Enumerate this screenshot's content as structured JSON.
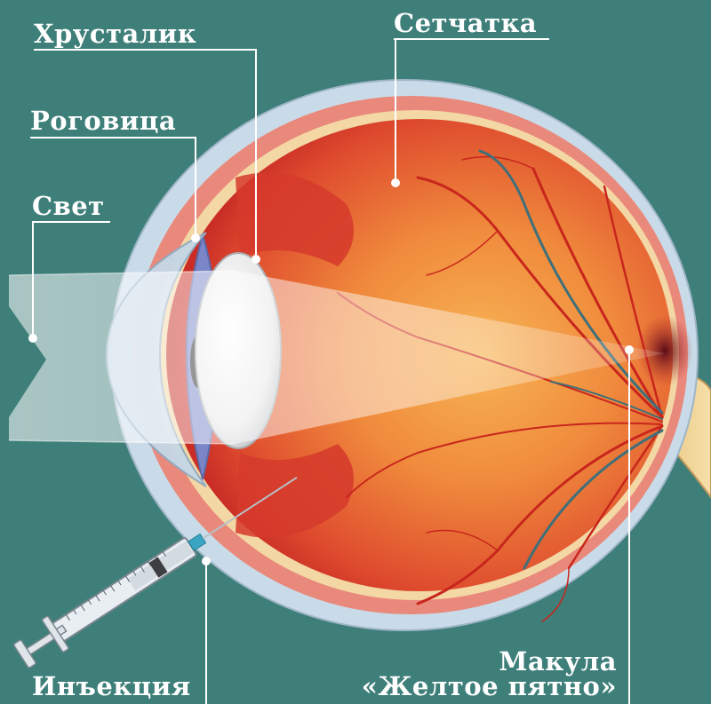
{
  "labels": {
    "lens": "Хрусталик",
    "cornea": "Роговица",
    "light": "Свет",
    "retina": "Сетчатка",
    "injection": "Инъекция",
    "macula_line1": "Макула",
    "macula_line2": "«Желтое пятно»"
  },
  "colors": {
    "background": "#3f7f7a",
    "sclera": "#c9dbe8",
    "choroid": "#e9897c",
    "retina_layer": "#f3d7a4",
    "vitreous_center": "#f6a24a",
    "vitreous_edge": "#d9362a",
    "vessel": "#c8261c",
    "vein": "#3f6f79",
    "lens": "#f1f1f1",
    "light_beam": "#ffffff"
  }
}
